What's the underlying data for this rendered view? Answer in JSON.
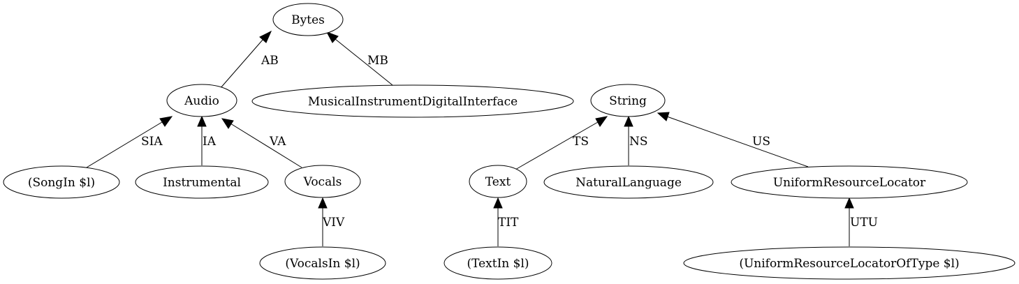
{
  "nodes": {
    "bytes": "Bytes",
    "audio": "Audio",
    "midi": "MusicalInstrumentDigitalInterface",
    "string": "String",
    "songin": "(SongIn $l)",
    "instrumental": "Instrumental",
    "vocals": "Vocals",
    "text": "Text",
    "natural_language": "NaturalLanguage",
    "url": "UniformResourceLocator",
    "vocalsin": "(VocalsIn $l)",
    "textin": "(TextIn $l)",
    "url_of_type": "(UniformResourceLocatorOfType $l)"
  },
  "edges": {
    "ab": "AB",
    "mb": "MB",
    "sia": "SIA",
    "ia": "IA",
    "va": "VA",
    "viv": "VIV",
    "ts": "TS",
    "ns": "NS",
    "us": "US",
    "tit": "TIT",
    "utu": "UTU"
  }
}
